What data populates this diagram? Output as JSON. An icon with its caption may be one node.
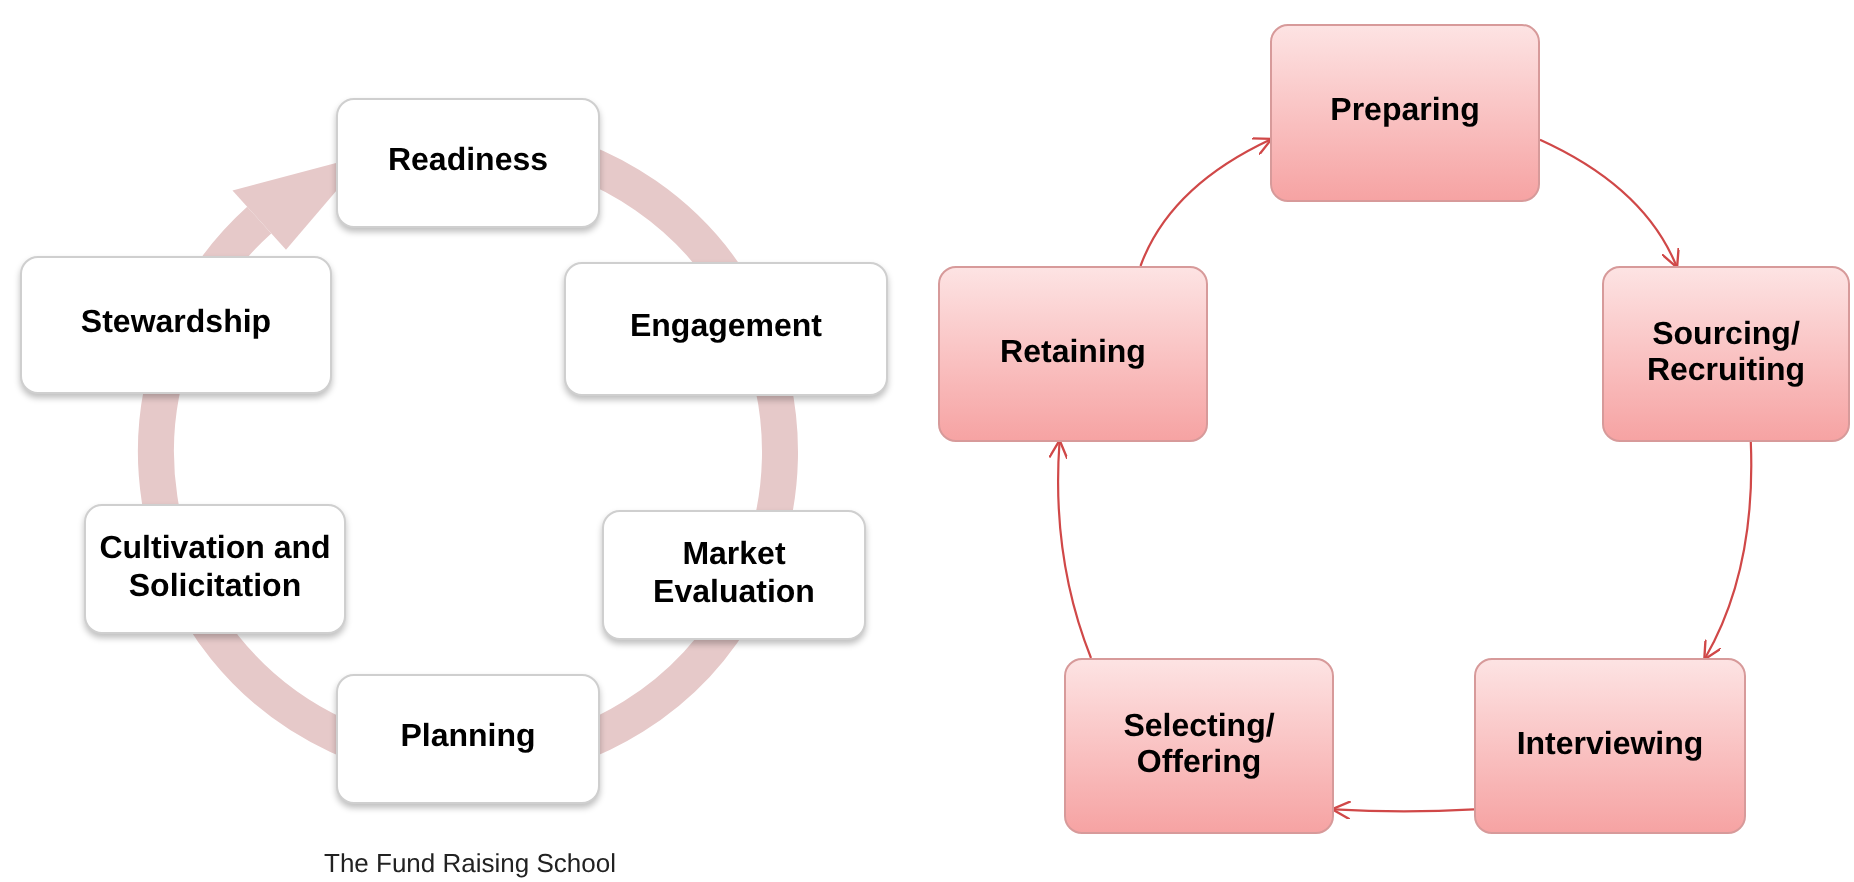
{
  "diagram": {
    "caption": "The Fund Raising School",
    "nodes": [
      {
        "text": [
          "Readiness"
        ]
      },
      {
        "text": [
          "Stewardship"
        ]
      },
      {
        "text": [
          "Engagement"
        ]
      },
      {
        "text": [
          "Cultivation and Solicitation"
        ]
      },
      {
        "text": [
          "Market Evaluation"
        ]
      },
      {
        "text": [
          "Planning"
        ]
      },
      {
        "text": [
          "Preparing"
        ]
      },
      {
        "text": [
          "Retaining"
        ]
      },
      {
        "text": [
          "Sourcing/ Recruiting"
        ]
      },
      {
        "text": [
          "Selecting/ Offering"
        ]
      },
      {
        "text": [
          "Interviewing"
        ]
      }
    ],
    "edges": [
      {
        "from": 7,
        "to": 6,
        "arrow": "to"
      },
      {
        "from": 6,
        "to": 8,
        "arrow": "to"
      },
      {
        "from": 8,
        "to": 10,
        "arrow": "to"
      },
      {
        "from": 10,
        "to": 9,
        "arrow": "to"
      },
      {
        "from": 9,
        "to": 7,
        "arrow": "to"
      }
    ]
  }
}
